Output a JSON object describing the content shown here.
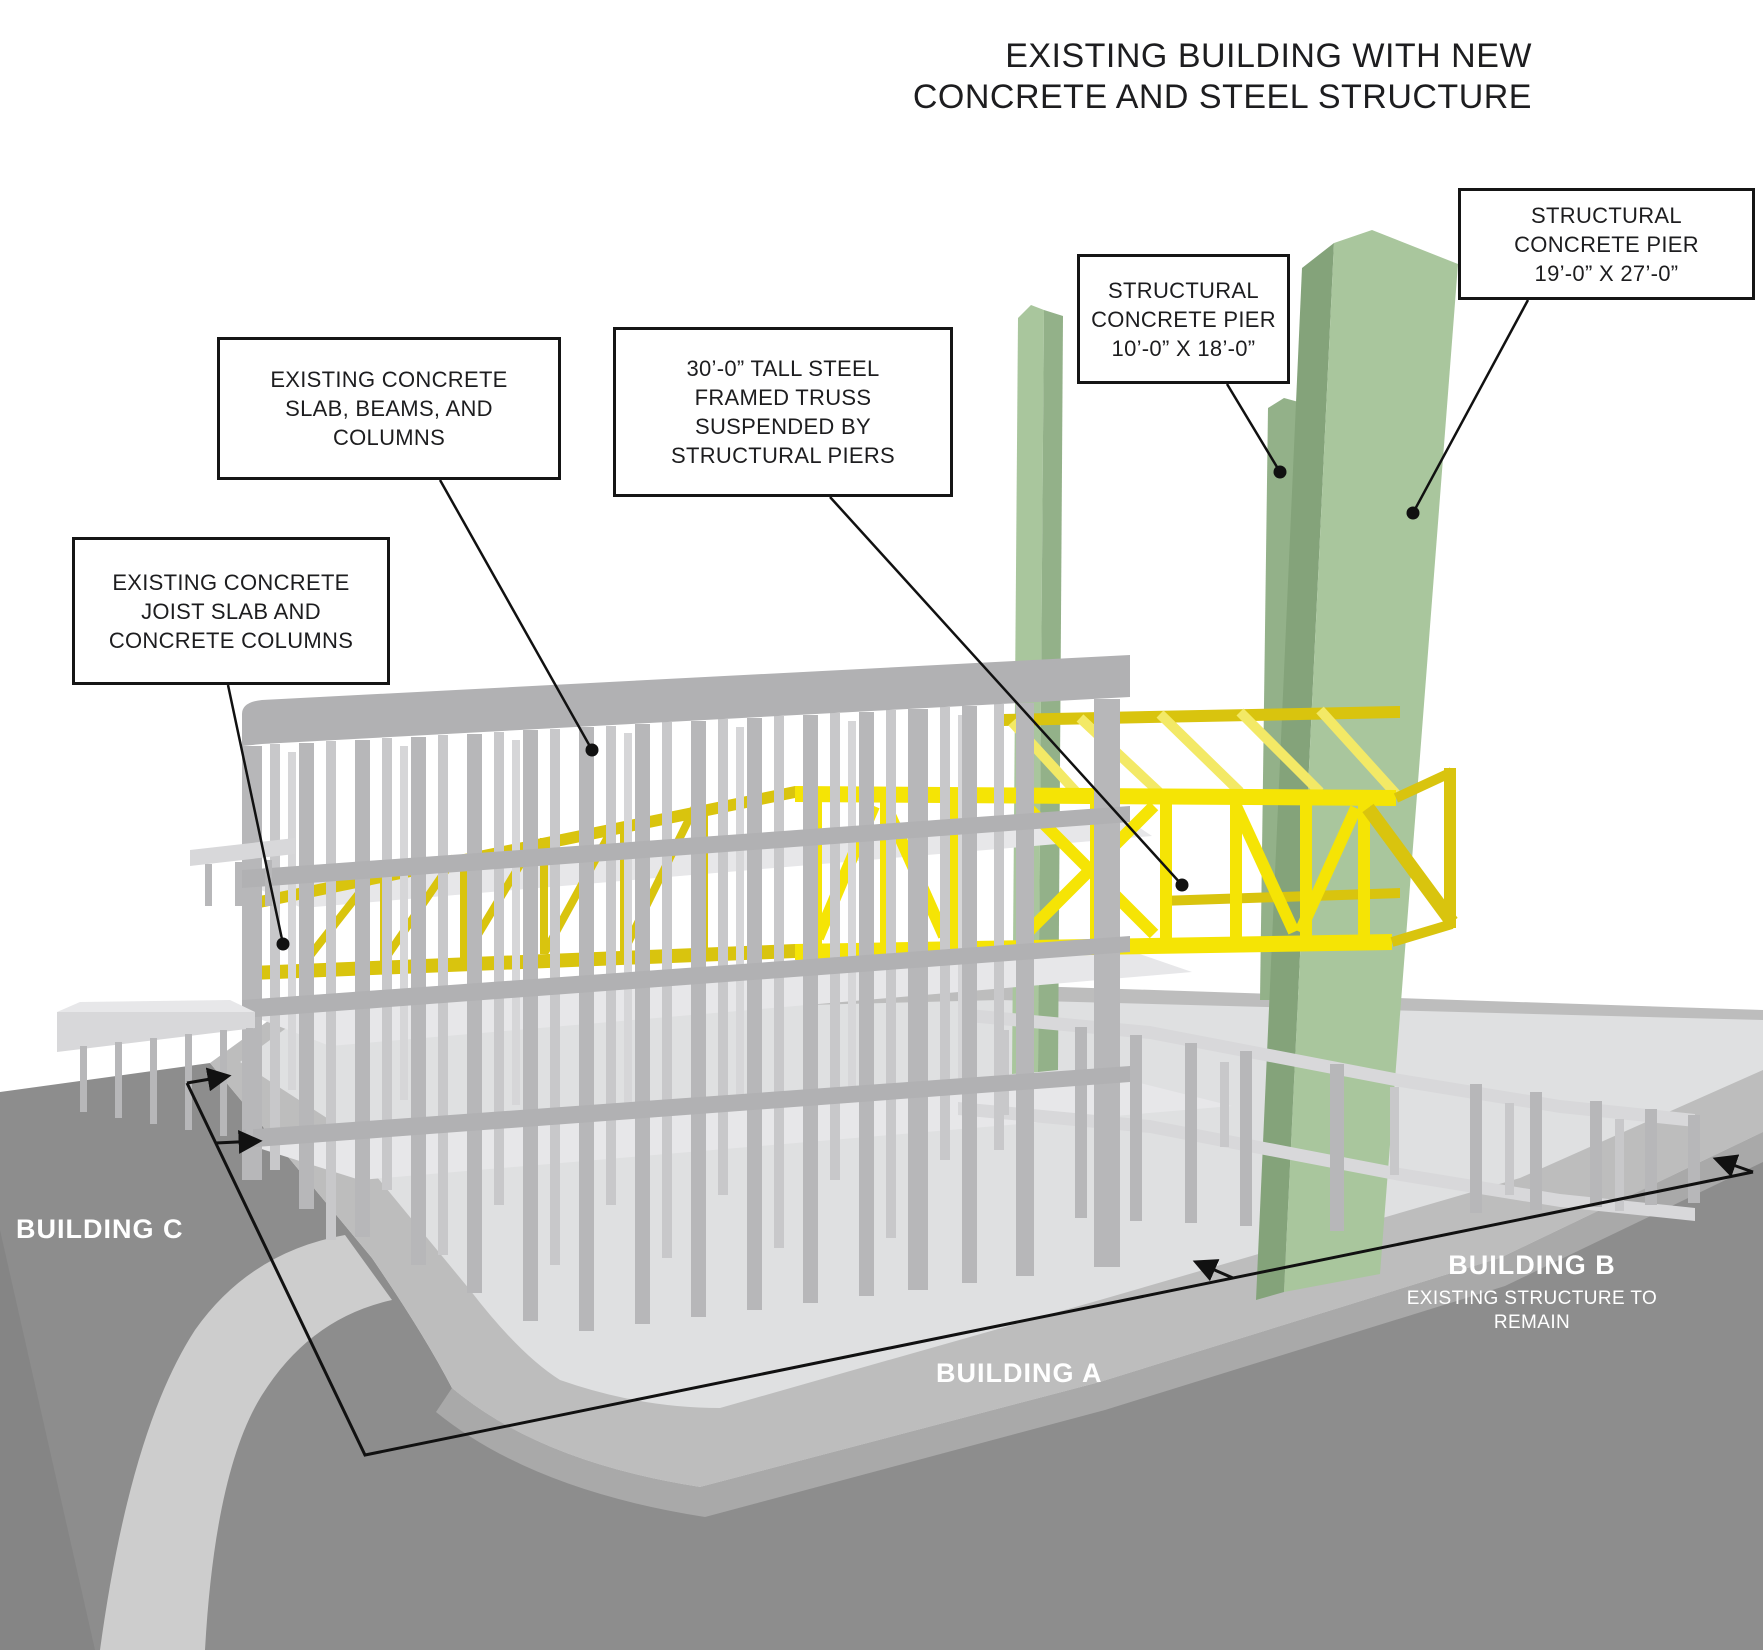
{
  "title": {
    "line1": "EXISTING BUILDING WITH NEW",
    "line2": "CONCRETE AND STEEL STRUCTURE"
  },
  "callouts": {
    "slab_beams": {
      "lines": [
        "EXISTING CONCRETE",
        "SLAB, BEAMS, AND",
        "COLUMNS"
      ]
    },
    "truss": {
      "lines": [
        "30’-0” TALL STEEL",
        "FRAMED TRUSS",
        "SUSPENDED BY",
        "STRUCTURAL PIERS"
      ]
    },
    "joist": {
      "lines": [
        "EXISTING CONCRETE",
        "JOIST SLAB AND",
        "CONCRETE COLUMNS"
      ]
    },
    "pier_small": {
      "lines": [
        "STRUCTURAL",
        "CONCRETE PIER",
        "10’-0” X 18’-0”"
      ]
    },
    "pier_large": {
      "lines": [
        "STRUCTURAL",
        "CONCRETE PIER",
        "19’-0” X 27’-0”"
      ]
    }
  },
  "buildings": {
    "a": "BUILDING A",
    "b": "BUILDING B",
    "b_sub_line1": "EXISTING STRUCTURE TO",
    "b_sub_line2": "REMAIN",
    "c": "BUILDING C"
  },
  "colors": {
    "background": "#ffffff",
    "ink": "#111111",
    "text_dark": "#1d1d1f",
    "label_white": "#ffffff",
    "street": "#8d8d8d",
    "street_dark": "#858585",
    "curb": "#a9a9a9",
    "plinth": "#bdbdbd",
    "apron": "#cdcdcd",
    "floor": "#dfe0e1",
    "concrete_col": "#b7b7b9",
    "concrete_col_dark": "#a4a4a6",
    "concrete_col_light": "#c8c8ca",
    "concrete_col_lighter": "#d6d6d8",
    "concrete_band": "#b1b1b3",
    "slab_interior": "#e7e7e9",
    "slab_edge": "#d8d8da",
    "pier_green": "#a9c69d",
    "pier_green_mid": "#93b189",
    "pier_green_dark": "#84a37a",
    "truss_yellow": "#f5e405",
    "truss_yellow_dark": "#d9c40e",
    "truss_yellow_light": "#f3e966"
  }
}
